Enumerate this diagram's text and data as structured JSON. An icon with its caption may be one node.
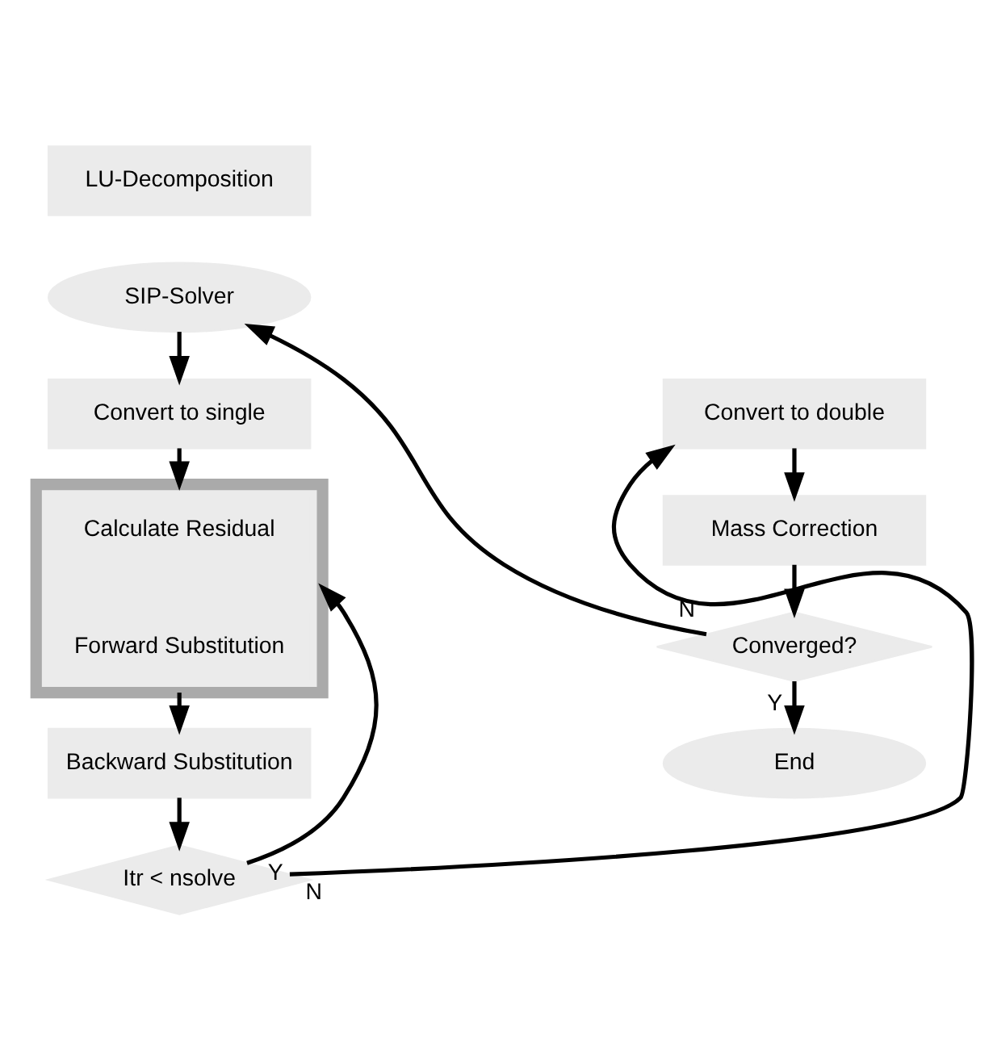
{
  "diagram": {
    "nodes": [
      {
        "text": [
          "LU-Decomposition"
        ]
      },
      {
        "text": [
          "SIP-Solver"
        ]
      },
      {
        "text": [
          "Convert to single"
        ]
      },
      {
        "text": [],
        "shape": "box"
      },
      {
        "text": [
          "Calculate Residual"
        ],
        "in": 3
      },
      {
        "text": [
          "Forward Substitution"
        ],
        "in": 3
      },
      {
        "text": [
          "Backward Substitution"
        ]
      },
      {
        "text": [
          "Itr < nsolve"
        ]
      },
      {
        "text": [
          "Convert to double"
        ]
      },
      {
        "text": [
          "Mass Correction"
        ]
      },
      {
        "text": [
          "Converged?"
        ]
      },
      {
        "text": [
          "End"
        ]
      }
    ],
    "edges": [
      {
        "from": 1,
        "to": 2,
        "arrow": "to"
      },
      {
        "from": 2,
        "to": 3,
        "arrow": "to"
      },
      {
        "from": 7,
        "to": 3,
        "arrow": "to",
        "label": "Y"
      },
      {
        "from": 3,
        "to": 6,
        "arrow": "to"
      },
      {
        "from": 6,
        "to": 7,
        "arrow": "to"
      },
      {
        "from": 7,
        "to": 8,
        "arrow": "to",
        "label": "N"
      },
      {
        "from": 8,
        "to": 9,
        "arrow": "to"
      },
      {
        "from": 9,
        "to": 10,
        "arrow": "to"
      },
      {
        "from": 10,
        "to": 1,
        "arrow": "to",
        "label": "N"
      },
      {
        "from": 10,
        "to": 11,
        "arrow": "to",
        "label": "Y"
      }
    ]
  }
}
